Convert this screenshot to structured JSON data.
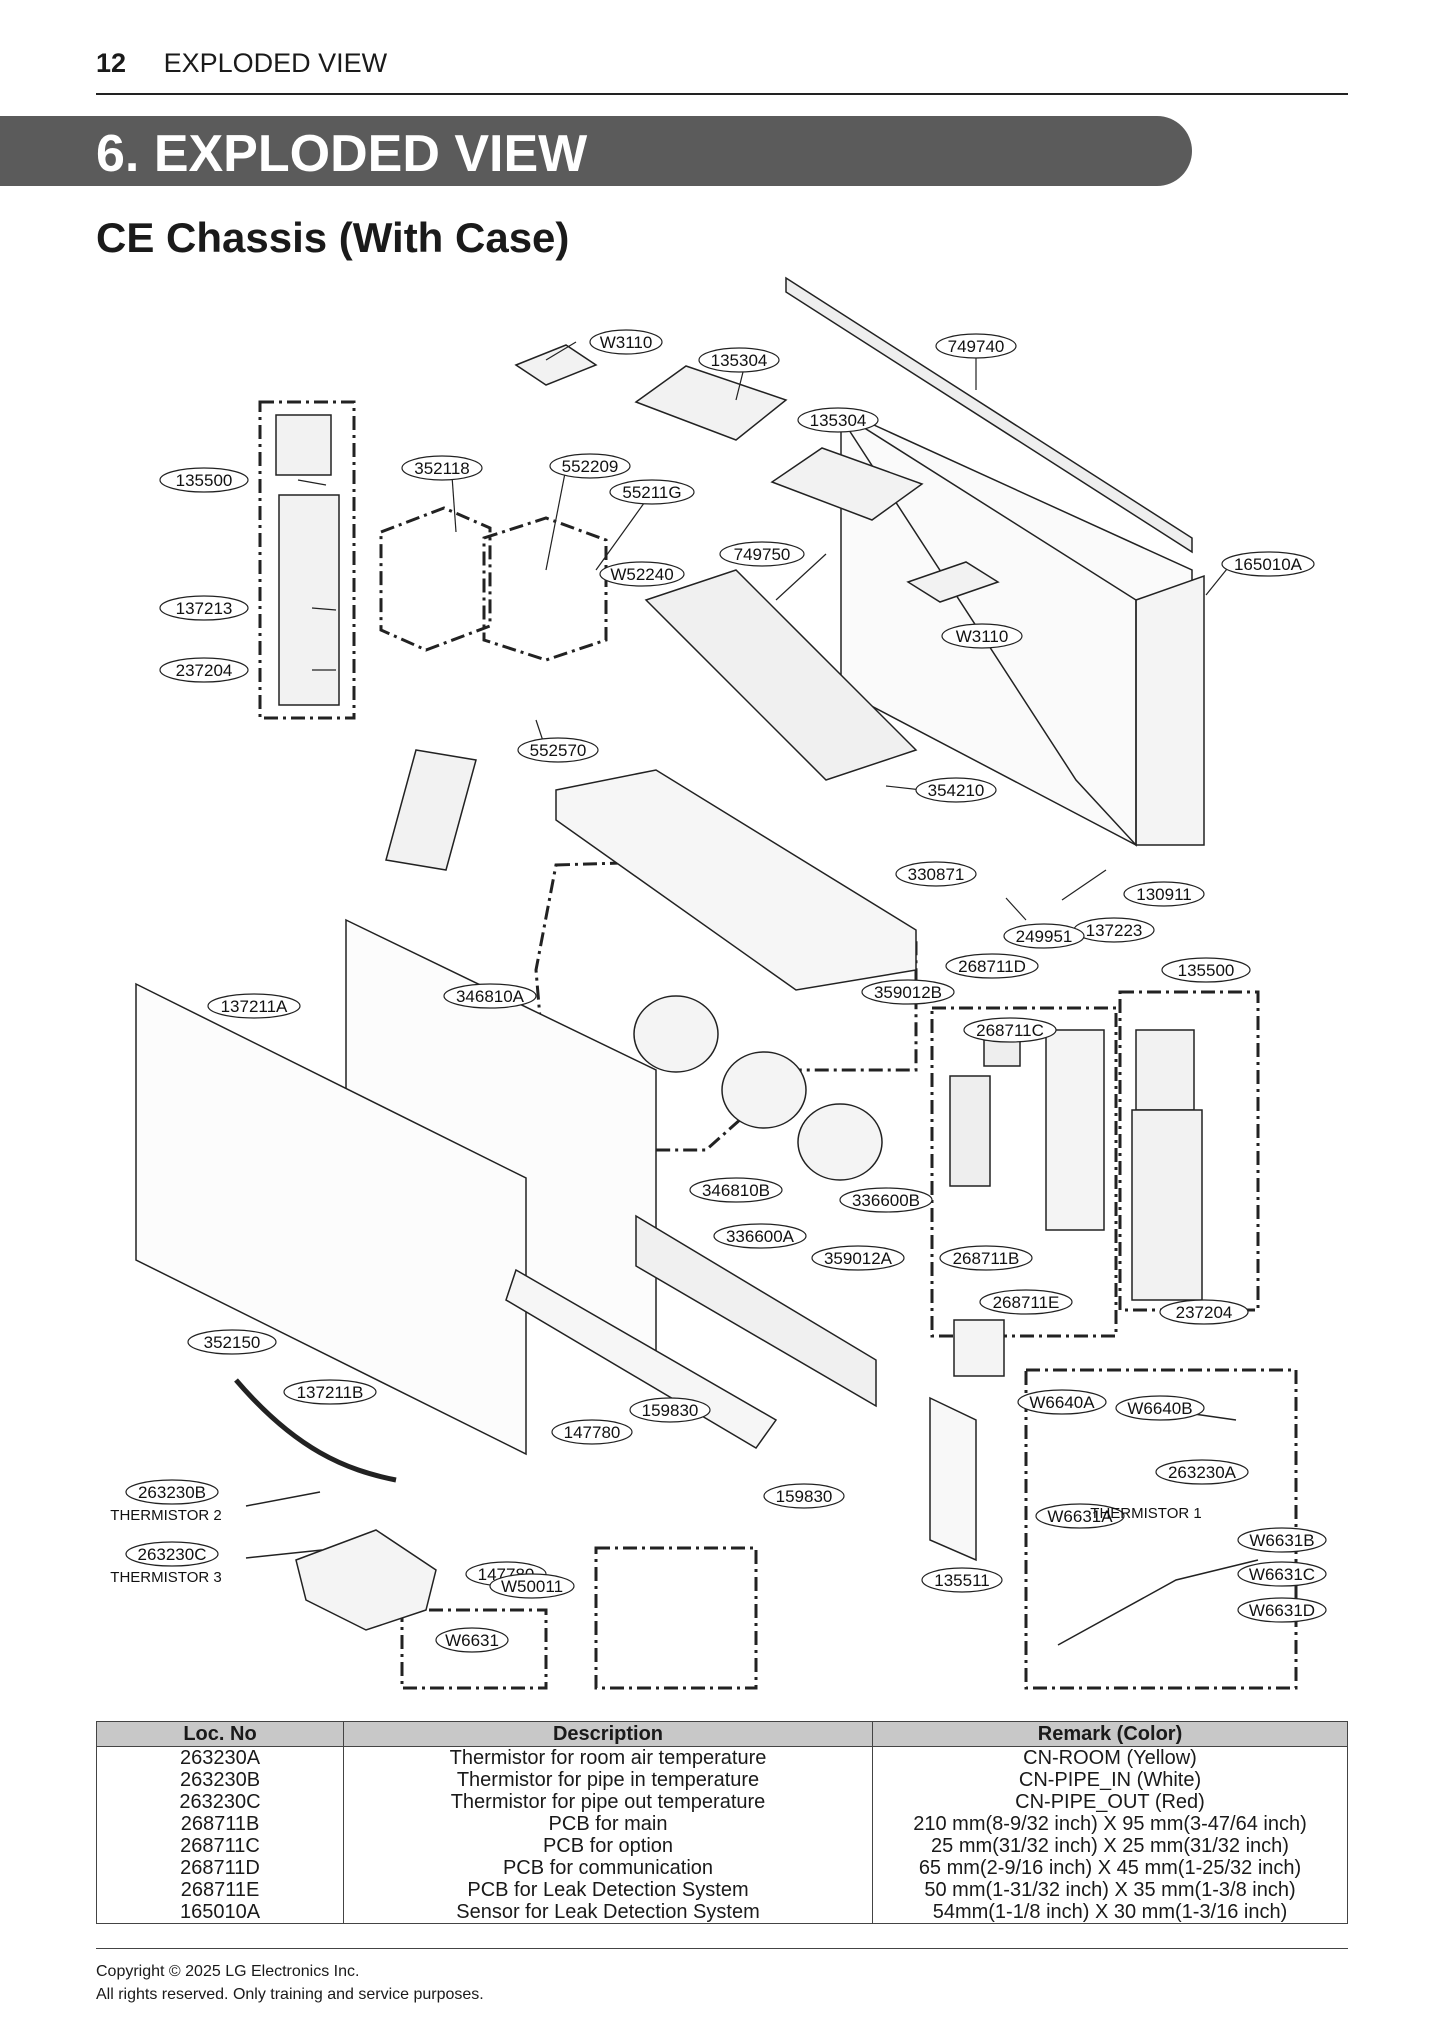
{
  "header": {
    "page_number": "12",
    "section": "EXPLODED VIEW"
  },
  "banner_title": "6. EXPLODED VIEW",
  "subtitle": "CE Chassis (With Case)",
  "labels": {
    "W3110": "W3110",
    "135304": "135304",
    "749740": "749740",
    "135500": "135500",
    "352118": "352118",
    "552209": "552209",
    "55211G": "55211G",
    "749750": "749750",
    "W52240": "W52240",
    "165010A": "165010A",
    "137213": "137213",
    "237204": "237204",
    "552570": "552570",
    "354210": "354210",
    "330871": "330871",
    "130911": "130911",
    "137223": "137223",
    "249951": "249951",
    "268711D": "268711D",
    "137211A": "137211A",
    "346810A": "346810A",
    "359012B": "359012B",
    "268711C": "268711C",
    "346810B": "346810B",
    "336600B": "336600B",
    "336600A": "336600A",
    "359012A": "359012A",
    "268711B": "268711B",
    "268711E": "268711E",
    "352150": "352150",
    "137211B": "137211B",
    "W6640A": "W6640A",
    "W6640B": "W6640B",
    "159830": "159830",
    "147780": "147780",
    "263230A": "263230A",
    "263230B": "263230B",
    "263230C": "263230C",
    "W6631A": "W6631A",
    "W6631B": "W6631B",
    "W6631C": "W6631C",
    "W6631D": "W6631D",
    "W50011": "W50011",
    "135511": "135511",
    "W6631": "W6631",
    "thermistor1": "THERMISTOR 1",
    "thermistor2": "THERMISTOR 2",
    "thermistor3": "THERMISTOR 3"
  },
  "table": {
    "headers": [
      "Loc. No",
      "Description",
      "Remark (Color)"
    ],
    "rows": [
      [
        "263230A",
        "Thermistor for room air temperature",
        "CN-ROOM (Yellow)"
      ],
      [
        "263230B",
        "Thermistor for pipe in temperature",
        "CN-PIPE_IN (White)"
      ],
      [
        "263230C",
        "Thermistor for pipe out temperature",
        "CN-PIPE_OUT (Red)"
      ],
      [
        "268711B",
        "PCB for main",
        "210 mm(8-9/32 inch) X 95 mm(3-47/64 inch)"
      ],
      [
        "268711C",
        "PCB for option",
        "25 mm(31/32 inch) X 25 mm(31/32 inch)"
      ],
      [
        "268711D",
        "PCB for communication",
        "65 mm(2-9/16 inch) X 45 mm(1-25/32 inch)"
      ],
      [
        "268711E",
        "PCB for Leak Detection System",
        "50 mm(1-31/32 inch) X 35 mm(1-3/8 inch)"
      ],
      [
        "165010A",
        "Sensor for Leak Detection System",
        "54mm(1-1/8 inch) X 30 mm(1-3/16 inch)"
      ]
    ]
  },
  "footer": {
    "line1": "Copyright © 2025 LG Electronics Inc.",
    "line2": "All rights reserved. Only training and service purposes."
  }
}
